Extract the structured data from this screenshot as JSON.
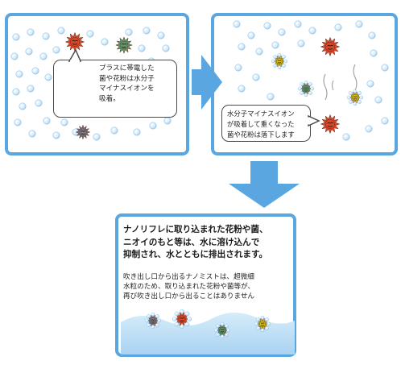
{
  "panel1": {
    "callout_lines": [
      "プラスに帯電した",
      "菌や花粉は水分子",
      "マイナスイオンを",
      "吸着。"
    ]
  },
  "panel2": {
    "callout_lines": [
      "水分子マイナスイオン",
      "が吸着して重くなった",
      "菌や花粉は落下します"
    ]
  },
  "panel3": {
    "heading_lines": [
      "ナノリフレに取り込まれた花粉や菌、",
      "ニオイのもと等は、水に溶け込んで",
      "抑制され、水とともに排出されます。"
    ],
    "body_lines": [
      "吹き出し口から出るナノミストは、超微細",
      "水粒のため、取り込まれた花粉や菌等が、",
      "再び吹き出し口から出ることはありません"
    ]
  },
  "colors": {
    "panel_border": "#5aa6e0",
    "arrow": "#5aa6e0",
    "bubble": "#bfe0f7",
    "water": "#b9ddf3",
    "germ_red": "#d9462a",
    "germ_green": "#5f9a70",
    "germ_yellow": "#d4c21e",
    "germ_gray": "#7a7a88"
  }
}
